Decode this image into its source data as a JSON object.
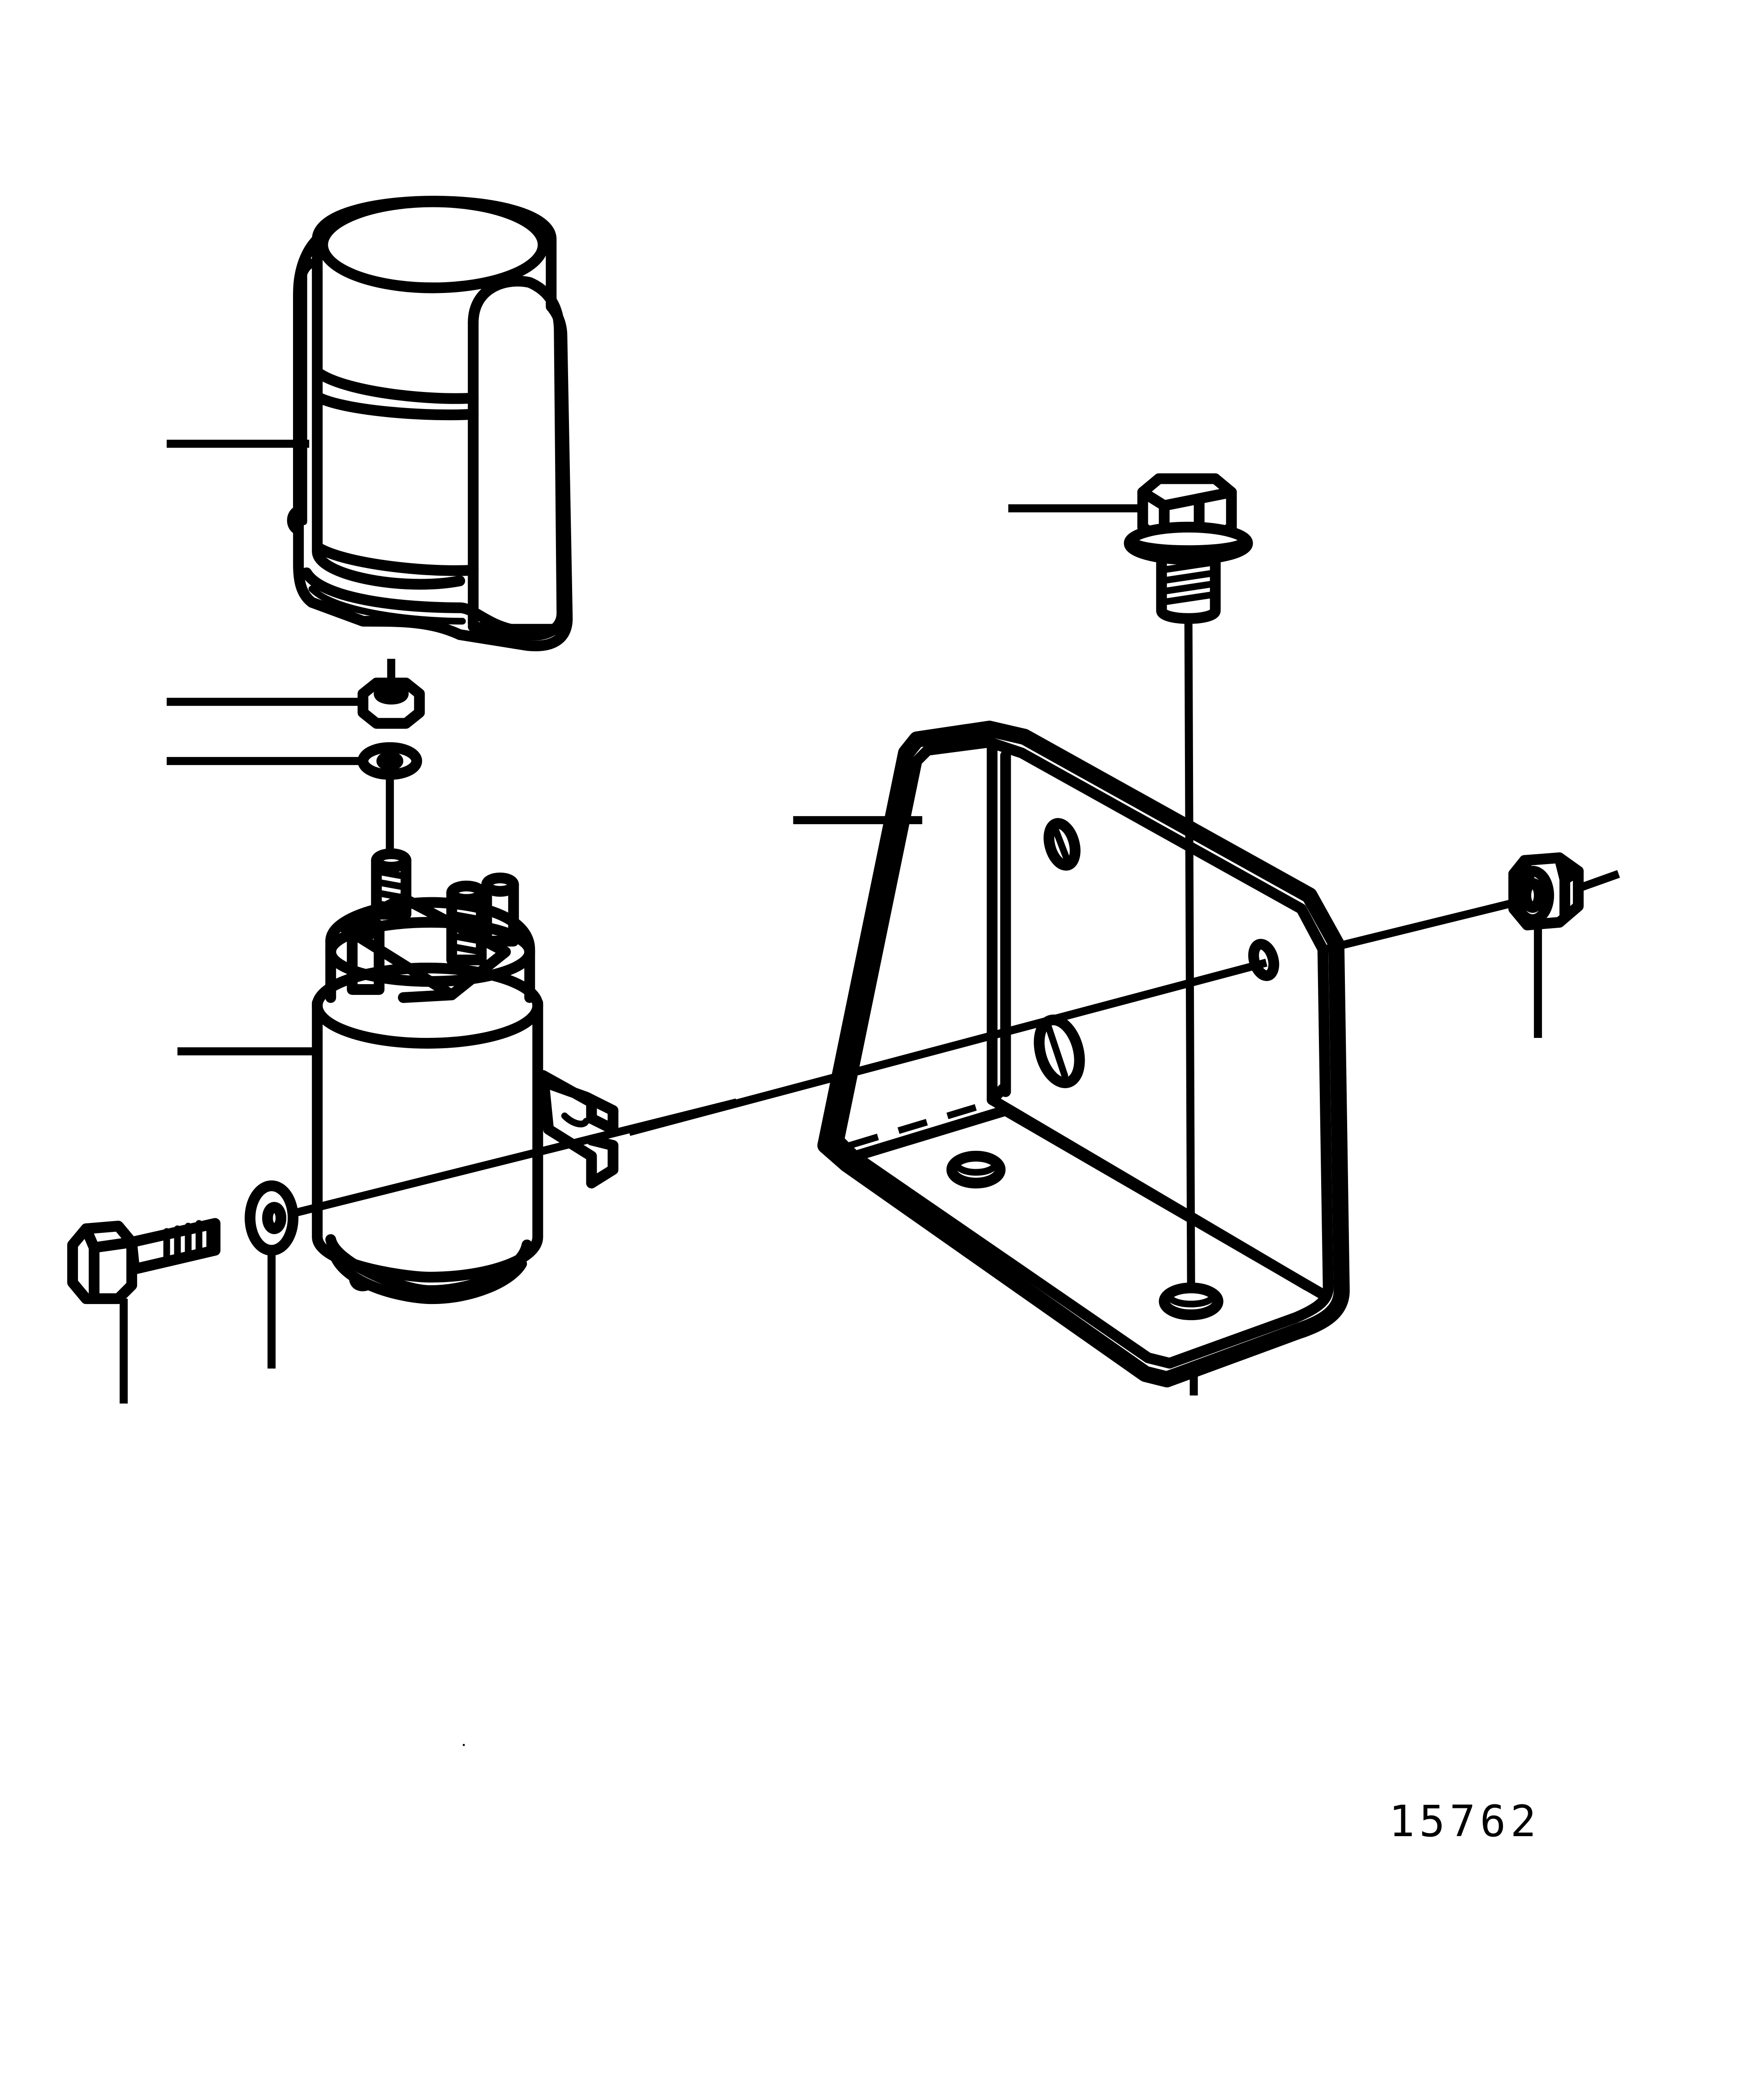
{
  "figure": {
    "number": "15762"
  },
  "parts": [
    {
      "id": "cover-cap",
      "leader": "left"
    },
    {
      "id": "terminal-nut",
      "leader": "left"
    },
    {
      "id": "terminal-washer",
      "leader": "left"
    },
    {
      "id": "solenoid-relay",
      "leader": "left"
    },
    {
      "id": "hex-bolt",
      "leader": "down"
    },
    {
      "id": "flat-washer",
      "leader": "down"
    },
    {
      "id": "mounting-bracket",
      "leader": "left"
    },
    {
      "id": "flange-bolt",
      "leader": "left"
    },
    {
      "id": "lock-nut",
      "leader": "down"
    }
  ]
}
